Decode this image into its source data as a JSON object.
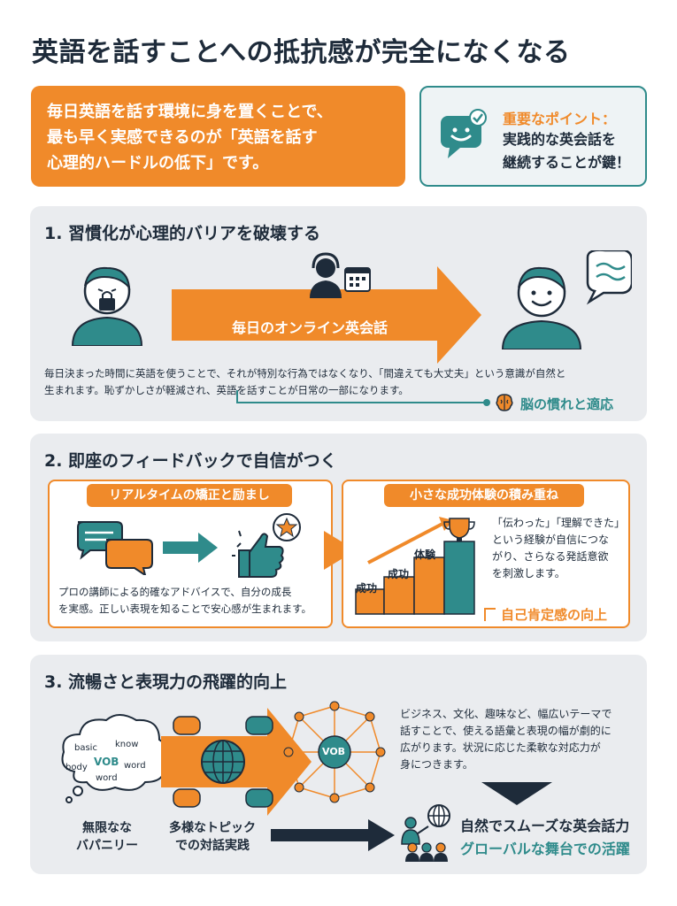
{
  "title": "英語を話すことへの抵抗感が完全になくなる",
  "intro": {
    "line1": "毎日英語を話す環境に身を置くことで、",
    "line2": "最も早く実感できるのが「英語を話す",
    "line3": "心理的ハードルの低下」です。"
  },
  "point": {
    "label": "重要なポイント：",
    "line1": "実践的な英会話を",
    "line2": "継続することが鍵！"
  },
  "section1": {
    "heading": "1. 習慣化が心理的バリアを破壊する",
    "arrow_label": "毎日のオンライン英会話",
    "desc1": "毎日決まった時間に英語を使うことで、それが特別な行為ではなくなり、「間違えても大丈夫」という意識が自然と",
    "desc2": "生まれます。恥ずかしさが軽減され、英語を話すことが日常の一部になります。",
    "result": "脳の慣れと適応"
  },
  "section2": {
    "heading": "2. 即座のフィードバックで自信がつく",
    "left_tag": "リアルタイムの矯正と励まし",
    "left_desc1": "プロの講師による的確なアドバイスで、自分の成長",
    "left_desc2": "を実感。正しい表現を知ることで安心感が生まれます。",
    "right_tag": "小さな成功体験の積み重ね",
    "step1": "成功",
    "step2": "成功",
    "step3": "体験",
    "right_desc1": "「伝わった」「理解できた」",
    "right_desc2": "という経験が自信につな",
    "right_desc3": "がり、さらなる発話意欲",
    "right_desc4": "を刺激します。",
    "result": "自己肯定感の向上"
  },
  "section3": {
    "heading": "3. 流暢さと表現力の飛躍的向上",
    "cloud": {
      "w1": "basic",
      "w2": "know",
      "w3": "VOB",
      "w4": "word",
      "w5": "body",
      "w6": "word"
    },
    "network_label": "VOB",
    "desc1": "ビジネス、文化、趣味など、幅広いテーマで",
    "desc2": "話すことで、使える語彙と表現の幅が劇的に",
    "desc3": "広がります。状況に応じた柔軟な対応力が",
    "desc4": "身につきます。",
    "cap1a": "無限なな",
    "cap1b": "バパニリー",
    "cap2a": "多様なトピック",
    "cap2b": "での対話実践",
    "result1": "自然でスムーズな英会話力",
    "result2": "グローバルな舞台での活躍"
  },
  "colors": {
    "orange": "#f08a2a",
    "teal": "#2f8b8b",
    "navy": "#1e2b3a",
    "panel": "#eaecef"
  }
}
